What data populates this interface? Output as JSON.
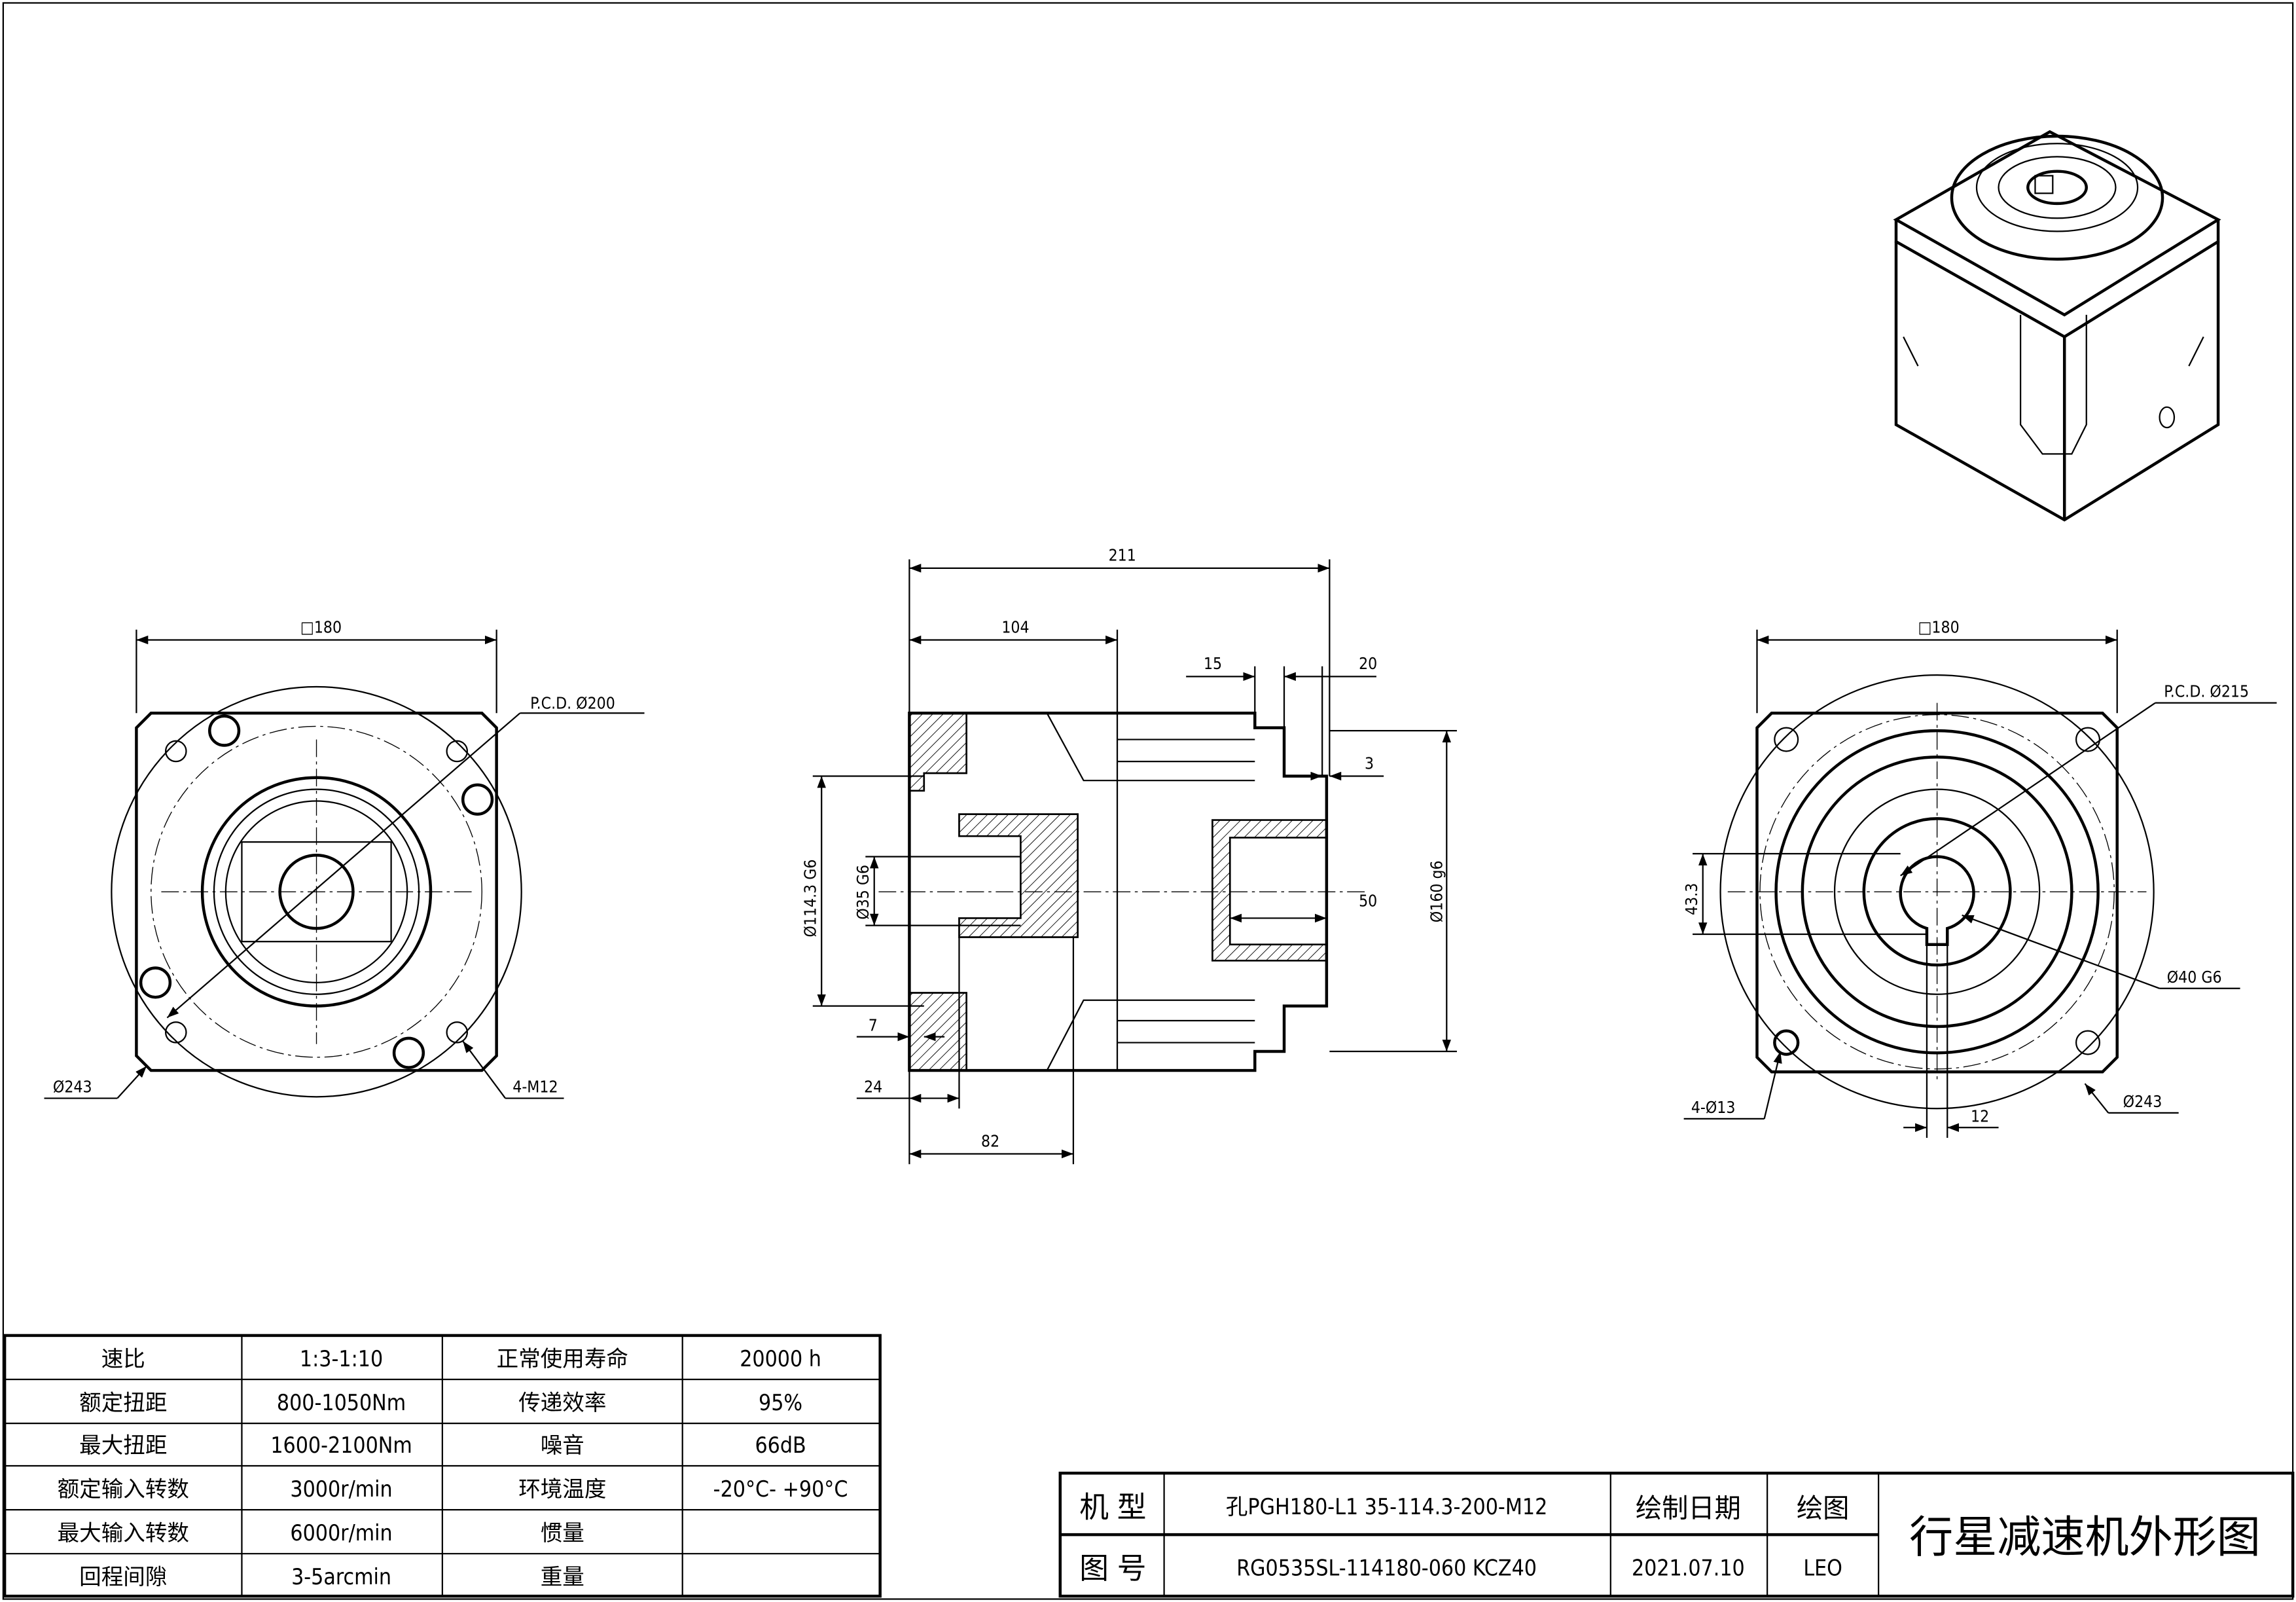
{
  "dimensions": {
    "left_view": {
      "square": "□180",
      "pcd": "P.C.D. Ø200",
      "outer_dia": "Ø243",
      "thread": "4-M12"
    },
    "side_view": {
      "overall": "211",
      "d104": "104",
      "d15": "15",
      "d20": "20",
      "d3": "3",
      "spigot": "Ø114.3 G6",
      "bore": "Ø35 G6",
      "pilot": "Ø160 g6",
      "d50": "50",
      "d7": "7",
      "d24": "24",
      "d82": "82"
    },
    "right_view": {
      "square": "□180",
      "pcd": "P.C.D. Ø215",
      "key_height": "43.3",
      "shaft": "Ø40 G6",
      "holes": "4-Ø13",
      "outer_dia": "Ø243",
      "key_width": "12"
    }
  },
  "spec_table": {
    "rows": [
      [
        "速比",
        "1:3-1:10",
        "正常使用寿命",
        "20000 h"
      ],
      [
        "额定扭距",
        "800-1050Nm",
        "传递效率",
        "95%"
      ],
      [
        "最大扭距",
        "1600-2100Nm",
        "噪音",
        "66dB"
      ],
      [
        "额定输入转数",
        "3000r/min",
        "环境温度",
        "-20°C- +90°C"
      ],
      [
        "最大输入转数",
        "6000r/min",
        "惯量",
        ""
      ],
      [
        "回程间隙",
        "3-5arcmin",
        "重量",
        ""
      ]
    ]
  },
  "title_block": {
    "model_label": "机 型",
    "model_value": "孔PGH180-L1 35-114.3-200-M12",
    "drawing_no_label": "图 号",
    "drawing_no_value": "RG0535SL-114180-060 KCZ40",
    "date_label": "绘制日期",
    "date_value": "2021.07.10",
    "drawn_label": "绘图",
    "drawn_value": "LEO",
    "title": "行星减速机外形图"
  }
}
